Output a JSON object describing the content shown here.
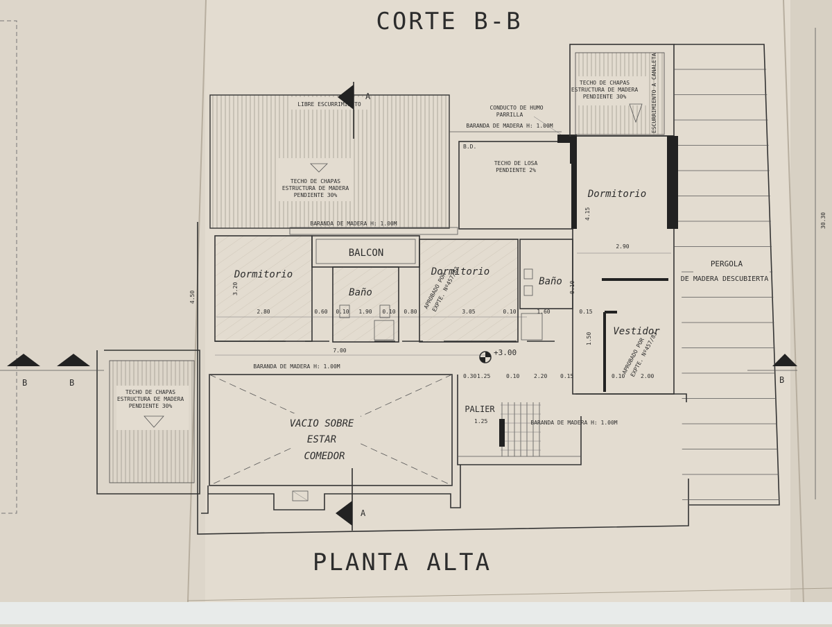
{
  "titles": {
    "section": "CORTE B-B",
    "plan": "PLANTA ALTA"
  },
  "rooms": {
    "dormitorio_left": "Dormitorio",
    "balcon": "BALCON",
    "bano_center": "Baño",
    "dormitorio_center": "Dormitorio",
    "bano_right": "Baño",
    "dormitorio_right": "Dormitorio",
    "vestidor": "Vestidor",
    "vacio_line1": "VACIO SOBRE",
    "vacio_line2": "ESTAR",
    "vacio_line3": "COMEDOR",
    "palier": "PALIER",
    "pergola_line1": "PERGOLA",
    "pergola_line2": "DE MADERA DESCUBIERTA"
  },
  "notes": {
    "libre_escurrimiento": "LIBRE ESCURRIMIENTO",
    "techo_chapas_main_1": "TECHO DE CHAPAS",
    "techo_chapas_main_2": "ESTRUCTURA DE MADERA",
    "techo_chapas_main_3": "PENDIENTE 30%",
    "techo_chapas_top_1": "TECHO DE CHAPAS",
    "techo_chapas_top_2": "ESTRUCTURA DE MADERA",
    "techo_chapas_top_3": "PENDIENTE 30%",
    "escurrimiento_canaleta": "ESCURRIMIENTO A CANALETA",
    "conducto_1": "CONDUCTO DE HUMO",
    "conducto_2": "PARRILLA",
    "baranda_top": "BARANDA DE MADERA H: 1.00M",
    "techo_losa_1": "TECHO DE LOSA",
    "techo_losa_2": "PENDIENTE 2%",
    "bd": "B.D.",
    "baranda_balcon": "BARANDA DE MADERA H: 1.00M",
    "baranda_mid": "BARANDA DE MADERA H: 1.00M",
    "baranda_stair": "BARANDA DE MADERA H: 1.00M",
    "techo_chapas_left_1": "TECHO DE CHAPAS",
    "techo_chapas_left_2": "ESTRUCTURA DE MADERA",
    "techo_chapas_left_3": "PENDIENTE 30%",
    "aprobado_1": "APROBADO POR",
    "aprobado_2": "EXPTE. Nº457/83",
    "aprobado_3": "APROBADO POR",
    "aprobado_4": "EXPTE. Nº457/83",
    "level": "+3.00"
  },
  "section_marks": {
    "a_top": "A",
    "a_bottom": "A",
    "b_left_1": "B",
    "b_left_2": "B",
    "b_right": "B"
  },
  "dims": {
    "d280": "2.80",
    "d060a": "0.60",
    "d010a": "0.10",
    "d190": "1.90",
    "d010b": "0.10",
    "d080": "0.80",
    "d305": "3.05",
    "d010c": "0.10",
    "d160": "1.60",
    "d015": "0.15",
    "d700": "7.00",
    "d290": "2.90",
    "d415": "4.15",
    "d200": "2.00",
    "d010d": "0.10",
    "d030": "0.30",
    "d125a": "1.25",
    "d010e": "0.10",
    "d220": "2.20",
    "d015b": "0.15",
    "d125b": "1.25",
    "d450": "4.50",
    "d320": "3.20",
    "d010v": "0.10",
    "d150": "1.50",
    "d3030": "30.30"
  }
}
